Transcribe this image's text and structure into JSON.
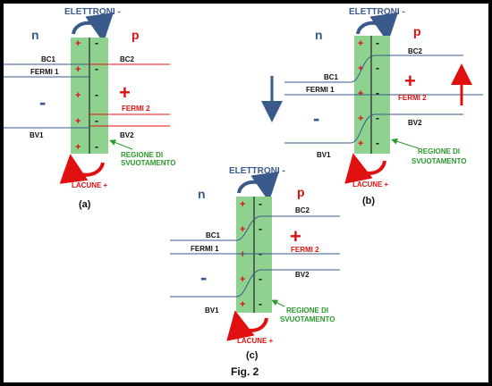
{
  "figure": {
    "caption": "Fig. 2",
    "colors": {
      "background": "#ffffff",
      "border": "#000000",
      "depletion_region": "#8fd18f",
      "n_side": "#3a5a8c",
      "p_side": "#e01010",
      "annotation": "#2a9a2a"
    }
  },
  "panel_a": {
    "electrons": "ELETTRONI -",
    "n": "n",
    "p": "p",
    "bc1": "BC1",
    "fermi1": "FERMI 1",
    "bc2": "BC2",
    "fermi2": "FERMI 2",
    "bv1": "BV1",
    "bv2": "BV2",
    "minus": "-",
    "plus": "+",
    "region_line1": "REGIONE DI",
    "region_line2": "SVUOTAMENTO",
    "holes": "LACUNE +",
    "label": "(a)"
  },
  "panel_b": {
    "electrons": "ELETTRONI -",
    "n": "n",
    "p": "p",
    "bc1": "BC1",
    "fermi1": "FERMI 1",
    "bc2": "BC2",
    "fermi2": "FERMI 2",
    "bv1": "BV1",
    "bv2": "BV2",
    "minus": "-",
    "plus": "+",
    "region_line1": "REGIONE DI",
    "region_line2": "SVUOTAMENTO",
    "holes": "LACUNE +",
    "label": "(b)"
  },
  "panel_c": {
    "electrons": "ELETTRONI -",
    "n": "n",
    "p": "p",
    "bc1": "BC1",
    "fermi1": "FERMI 1",
    "bc2": "BC2",
    "fermi2": "FERMI 2",
    "bv1": "BV1",
    "bv2": "BV2",
    "minus": "-",
    "plus": "+",
    "region_line1": "REGIONE DI",
    "region_line2": "SVUOTAMENTO",
    "holes": "LACUNE +",
    "label": "(c)"
  }
}
